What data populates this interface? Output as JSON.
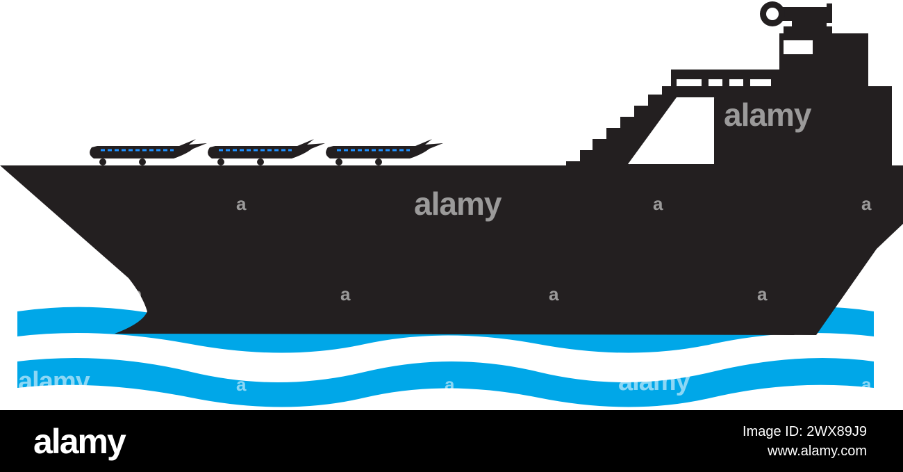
{
  "colors": {
    "background": "#ffffff",
    "ship": "#231f20",
    "water": "#00a7e8",
    "aircraft_windows": "#1e90ff",
    "footer": "#000000",
    "footer_text": "#ffffff"
  },
  "watermark": {
    "brand": "alamy",
    "letter": "a",
    "wave_text": "alamy"
  },
  "footer": {
    "logo": "alamy",
    "image_id": "Image ID: 2WX89J9",
    "site": "www.alamy.com"
  }
}
